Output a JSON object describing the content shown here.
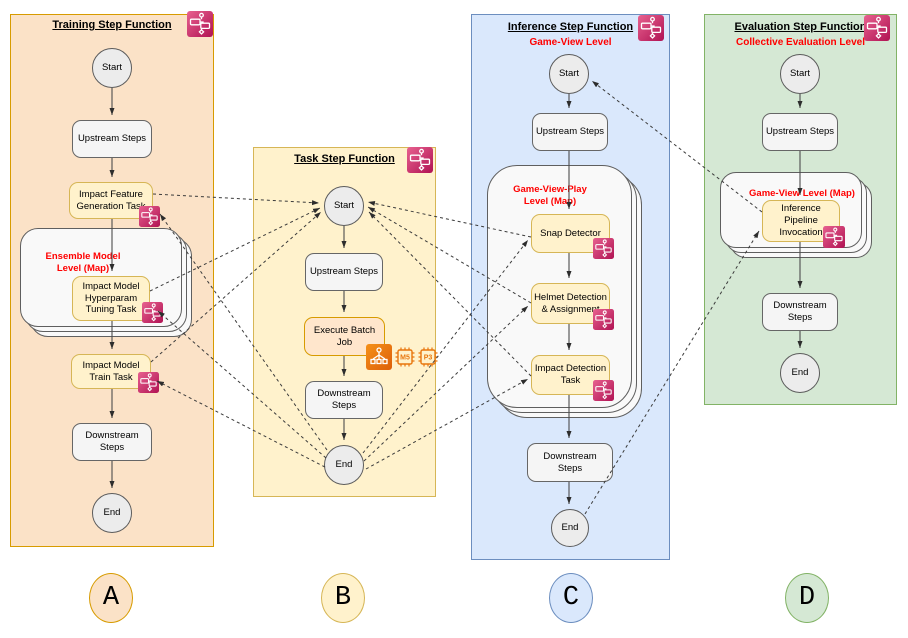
{
  "panel_a": {
    "title": "Training Step Function",
    "badge": "A",
    "start": "Start",
    "upstream": "Upstream Steps",
    "task_feature_gen": "Impact Feature Generation Task",
    "map_label": "Ensemble Model Level (Map)",
    "task_hyperparam": "Impact Model Hyperparam Tuning Task",
    "task_train": "Impact Model Train Task",
    "downstream": "Downstream Steps",
    "end": "End"
  },
  "panel_b": {
    "title": "Task Step Function",
    "badge": "B",
    "start": "Start",
    "upstream": "Upstream Steps",
    "task_batch": "Execute Batch Job",
    "chip_1": "M5",
    "chip_2": "P3",
    "downstream": "Downstream Steps",
    "end": "End"
  },
  "panel_c": {
    "title": "Inference Step Function",
    "subtitle": "Game-View Level",
    "badge": "C",
    "start": "Start",
    "upstream": "Upstream Steps",
    "map_label": "Game-View-Play Level (Map)",
    "task_snap": "Snap Detector",
    "task_helmet": "Helmet Detection & Assignment",
    "task_impact": "Impact Detection Task",
    "downstream": "Downstream Steps",
    "end": "End"
  },
  "panel_d": {
    "title": "Evaluation Step Function",
    "subtitle": "Collective Evaluation Level",
    "badge": "D",
    "start": "Start",
    "upstream": "Upstream Steps",
    "map_label": "Game-View Level (Map)",
    "task_inference": "Inference Pipeline Invocation",
    "downstream": "Downstream Steps",
    "end": "End"
  },
  "icons": {
    "step_functions": "step-functions-icon",
    "aws_batch": "aws-batch-icon",
    "chip_m5": "ec2-chip-icon",
    "chip_p3": "ec2-chip-icon"
  },
  "colors": {
    "panel_a_fill": "#FBE2C7",
    "panel_a_border": "#D79B00",
    "panel_b_fill": "#FFF2CC",
    "panel_b_border": "#D6B656",
    "panel_c_fill": "#DAE8FC",
    "panel_c_border": "#6C8EBF",
    "panel_d_fill": "#D5E8D4",
    "panel_d_border": "#82B366",
    "task_fill": "#FFF2CC",
    "task_border": "#D6B656",
    "batch_task_fill": "#FFE6CC",
    "batch_task_border": "#D79B00",
    "step_fill": "#F5F5F5",
    "step_border": "#666666",
    "label_red": "#FF0000",
    "sf_icon_pink_light": "#E7618F",
    "sf_icon_pink_dark": "#B01253",
    "batch_icon_orange_light": "#F59018",
    "batch_icon_orange_dark": "#DD5F0A",
    "chip_orange": "#E8760D"
  }
}
